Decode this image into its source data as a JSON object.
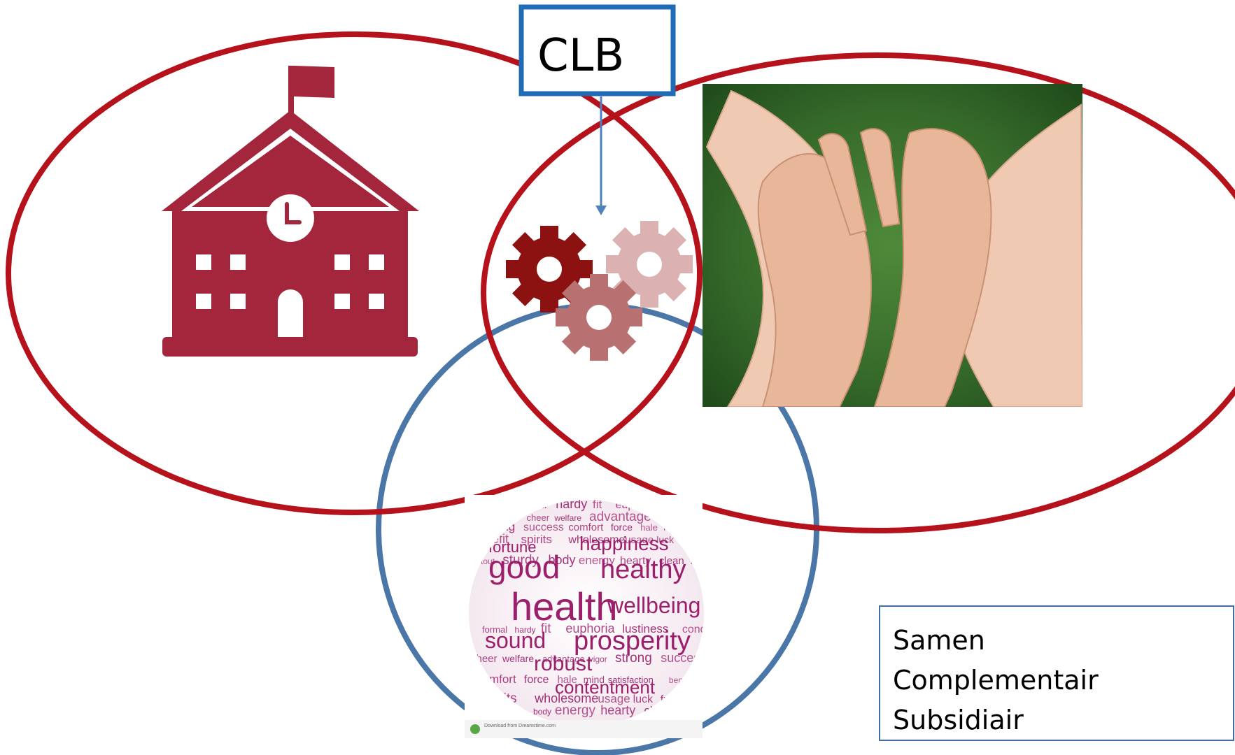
{
  "clb_label": "CLB",
  "note_lines": [
    "Samen",
    "Complementair",
    "Subsidiair"
  ],
  "word_cloud": {
    "large": [
      "good",
      "healthy",
      "health",
      "wellbeing",
      "sound",
      "prosperity",
      "happiness",
      "robust",
      "fortune",
      "contentment"
    ],
    "medium": [
      "informal",
      "formal",
      "hardy",
      "fit",
      "euphoria",
      "lustiness",
      "condition",
      "cheer",
      "welfare",
      "advantage",
      "vigor",
      "strong",
      "success",
      "comfort",
      "force",
      "hale",
      "mind",
      "satisfaction",
      "benefit",
      "spirits",
      "wholesome",
      "usage",
      "luck",
      "fresh",
      "stout",
      "sturdy",
      "body",
      "energy",
      "hearty",
      "clean"
    ],
    "credit_line": "Download from Dreamstime.com"
  },
  "colors": {
    "red_circle": "#b5121b",
    "blue_circle": "#4a77a8",
    "school": "#a3263c",
    "clb_border": "#1f6bb5",
    "arrow": "#4f81bd",
    "gear_dark": "#8c1212",
    "gear_mid": "#b87070",
    "gear_light": "#dcb1b1",
    "word_cloud": "#9c1f6b"
  },
  "icons": {
    "school": "school-building-icon",
    "gears": "gears-icon",
    "hands": "hands-photo",
    "word_cloud": "health-word-cloud-image"
  }
}
